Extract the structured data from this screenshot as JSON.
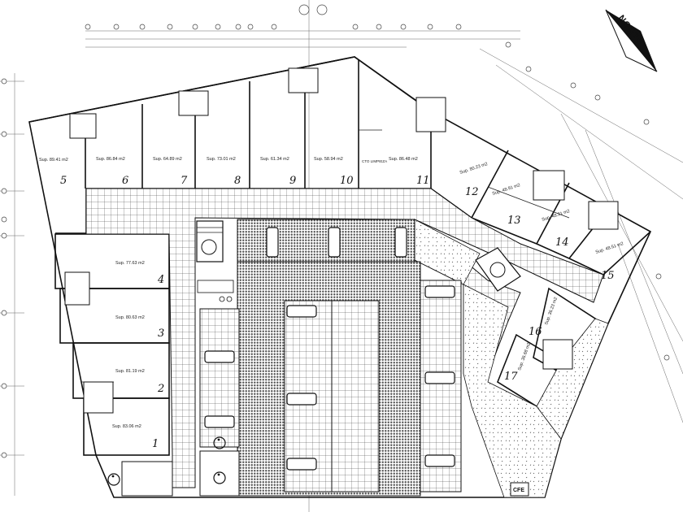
{
  "north_label": "NORTE",
  "units": [
    {
      "id": "5",
      "label": "5",
      "area": "Sup. 89.41 m2"
    },
    {
      "id": "6",
      "label": "6",
      "area": "Sup. 86.84 m2"
    },
    {
      "id": "7",
      "label": "7",
      "area": "Sup. 64.89 m2"
    },
    {
      "id": "8",
      "label": "8",
      "area": "Sup. 73.01 m2"
    },
    {
      "id": "9",
      "label": "9",
      "area": "Sup. 61.34 m2"
    },
    {
      "id": "10",
      "label": "10",
      "area": "Sup. 58.94 m2"
    },
    {
      "id": "11",
      "label": "11",
      "area": "Sup. 86.48 m2"
    },
    {
      "id": "12",
      "label": "12",
      "area": "Sup. 80.23 m2"
    },
    {
      "id": "13",
      "label": "13",
      "area": "Sup. 48.91 m2"
    },
    {
      "id": "14",
      "label": "14",
      "area": "Sup. 48.21 m2"
    },
    {
      "id": "15",
      "label": "15",
      "area": "Sup. 48.51 m2"
    },
    {
      "id": "16",
      "label": "16",
      "area": "Sup. 36.23 m2"
    },
    {
      "id": "17",
      "label": "17",
      "area": "Sup. 36.68 m2"
    },
    {
      "id": "4",
      "label": "4",
      "area": "Sup. 77.63 m2"
    },
    {
      "id": "3",
      "label": "3",
      "area": "Sup. 80.63 m2"
    },
    {
      "id": "2",
      "label": "2",
      "area": "Sup. 81.19 m2"
    },
    {
      "id": "1",
      "label": "1",
      "area": "Sup. 83.06 m2"
    }
  ],
  "cleaning_label": "CTO LIMPIEZA",
  "cfe_label": "CFE"
}
